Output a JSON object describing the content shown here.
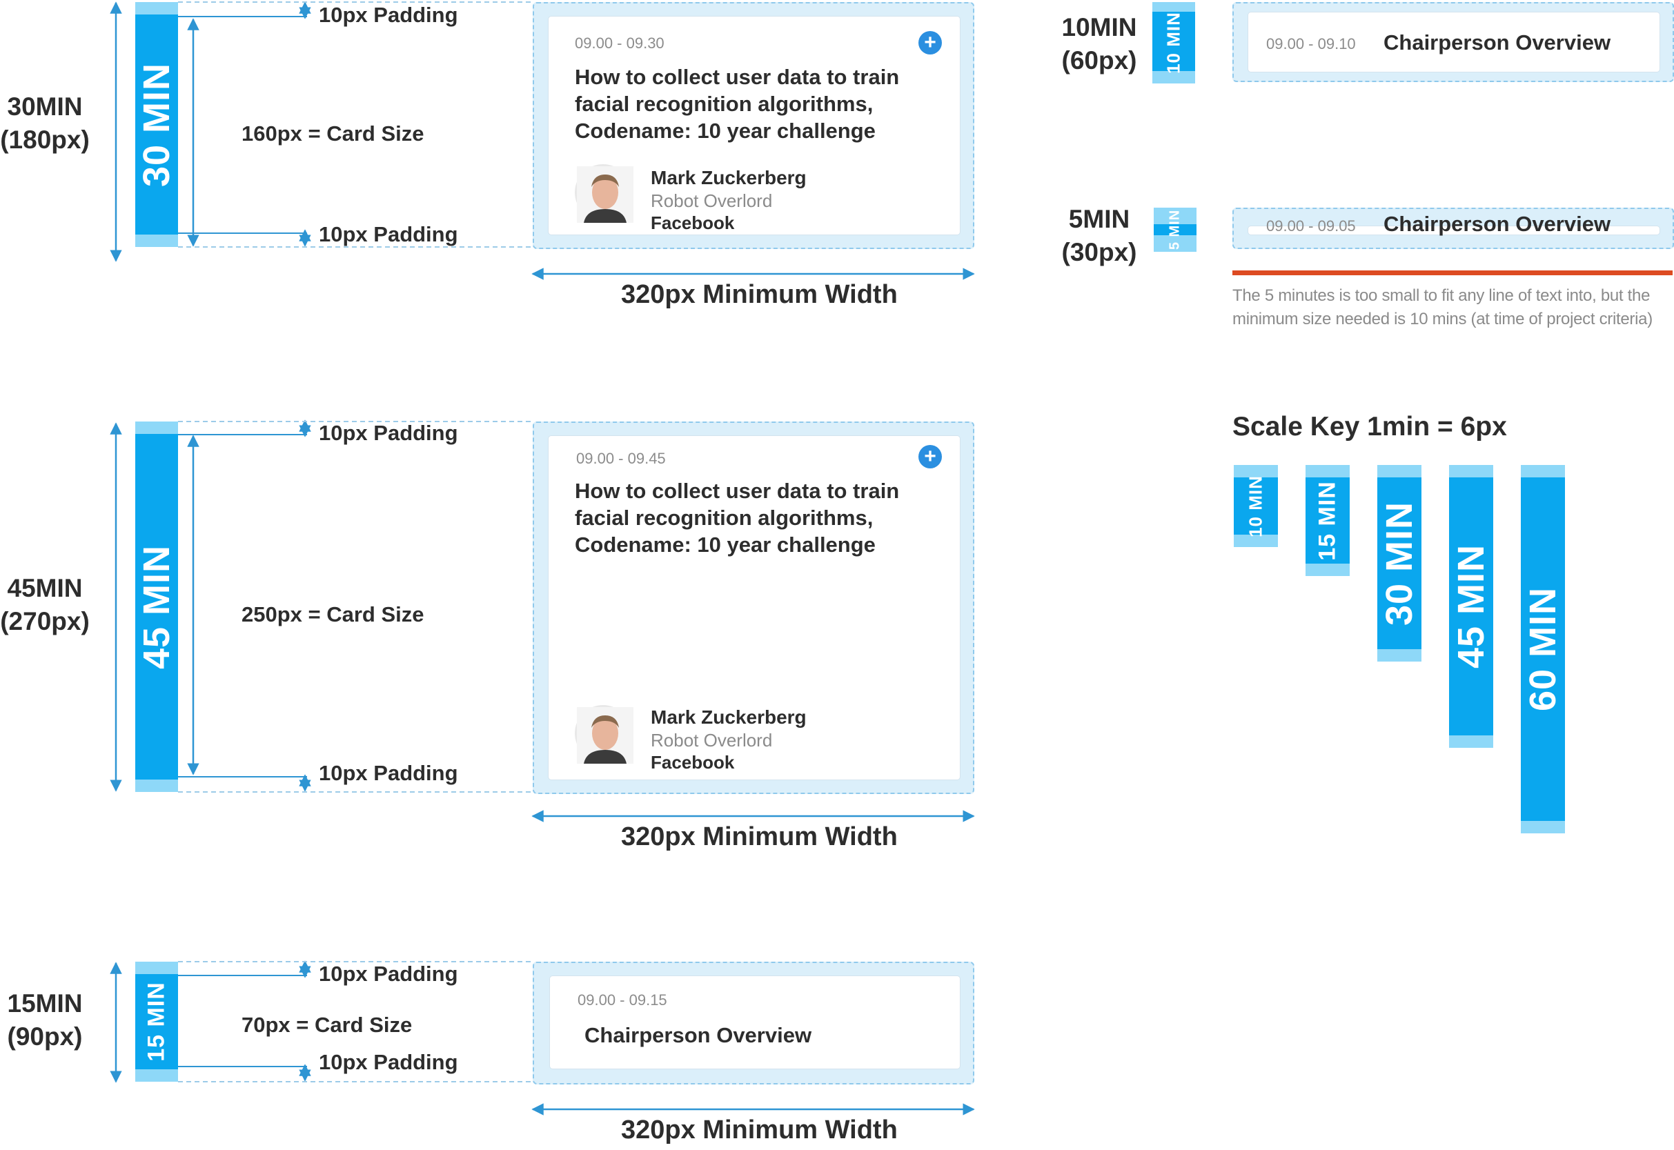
{
  "colors": {
    "bar": "#0aa7ee",
    "bar_padding": "#8ed8f8",
    "zone": "#dbeffa",
    "zone_border": "#8fc9ec",
    "dimension": "#2e95d3",
    "warning_line": "#dd4b22",
    "plus": "#2b8fe0"
  },
  "rows": [
    {
      "duration_label": "30MIN",
      "pixel_label": "(180px)",
      "bar_text": "30 MIN",
      "pad_top_label": "10px Padding",
      "card_size_label": "160px = Card Size",
      "pad_bottom_label": "10px Padding",
      "card": {
        "time": "09.00 - 09.30",
        "title_lines": [
          "How to collect user data to train",
          "facial recognition algorithms,",
          "Codename: 10 year challenge"
        ],
        "speaker": {
          "name": "Mark Zuckerberg",
          "role": "Robot Overlord",
          "org": "Facebook"
        },
        "add_icon": "plus-circle-icon"
      },
      "width_label": "320px Minimum Width"
    },
    {
      "duration_label": "45MIN",
      "pixel_label": "(270px)",
      "bar_text": "45 MIN",
      "pad_top_label": "10px Padding",
      "card_size_label": "250px = Card Size",
      "pad_bottom_label": "10px Padding",
      "card": {
        "time": "09.00 - 09.45",
        "title_lines": [
          "How to collect user data to train",
          "facial recognition algorithms,",
          "Codename: 10 year challenge"
        ],
        "speaker": {
          "name": "Mark Zuckerberg",
          "role": "Robot Overlord",
          "org": "Facebook"
        },
        "add_icon": "plus-circle-icon"
      },
      "width_label": "320px Minimum Width"
    },
    {
      "duration_label": "15MIN",
      "pixel_label": "(90px)",
      "bar_text": "15 MIN",
      "pad_top_label": "10px Padding",
      "card_size_label": "70px = Card Size",
      "pad_bottom_label": "10px Padding",
      "card": {
        "time": "09.00 - 09.15",
        "subject": "Chairperson Overview"
      },
      "width_label": "320px Minimum Width"
    }
  ],
  "small_examples": [
    {
      "duration_label": "10MIN",
      "pixel_label": "(60px)",
      "bar_text": "10 MIN",
      "time": "09.00 - 09.10",
      "subject": "Chairperson Overview"
    },
    {
      "duration_label": "5MIN",
      "pixel_label": "(30px)",
      "bar_text": "5 MIN",
      "time": "09.00 - 09.05",
      "subject": "Chairperson Overview"
    }
  ],
  "note": "The 5 minutes is too small to fit any line of text into, but the minimum size needed is 10 mins (at time of project criteria)",
  "scale_key": {
    "title": "Scale Key 1min = 6px",
    "bars": [
      {
        "label": "10 MIN",
        "minutes": 10
      },
      {
        "label": "15 MIN",
        "minutes": 15
      },
      {
        "label": "30 MIN",
        "minutes": 30
      },
      {
        "label": "45 MIN",
        "minutes": 45
      },
      {
        "label": "60 MIN",
        "minutes": 60
      }
    ]
  }
}
